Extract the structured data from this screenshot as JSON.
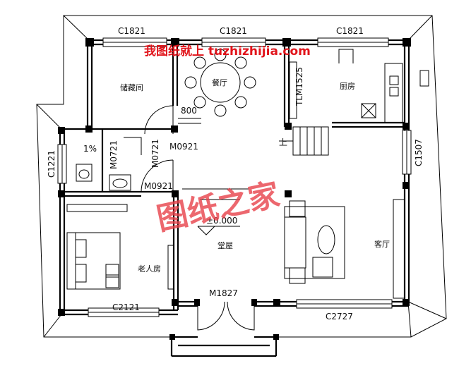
{
  "watermark_top": "我图纸就上 tuzhizhijia.com",
  "watermark_center": "图纸之家",
  "rooms": {
    "storage": "储藏间",
    "dining": "餐厅",
    "kitchen": "厨房",
    "elder_bedroom": "老人房",
    "main_hall": "堂屋",
    "living_room": "客厅"
  },
  "windows": {
    "top_left": "C1821",
    "top_mid": "C1821",
    "top_right": "C1821",
    "left": "C1221",
    "right": "C1507",
    "bottom_left": "C2121",
    "bottom_right": "C2727"
  },
  "doors": {
    "storage_door": "M0721",
    "bath_door": "M0721",
    "hall_door": "M0921",
    "bed_door": "M0921",
    "entrance": "M1827",
    "kitchen_door": "TLM1525"
  },
  "annotations": {
    "dim_800": "800",
    "slope": "1%",
    "elevation": "±0.000",
    "stair_up": "上"
  }
}
